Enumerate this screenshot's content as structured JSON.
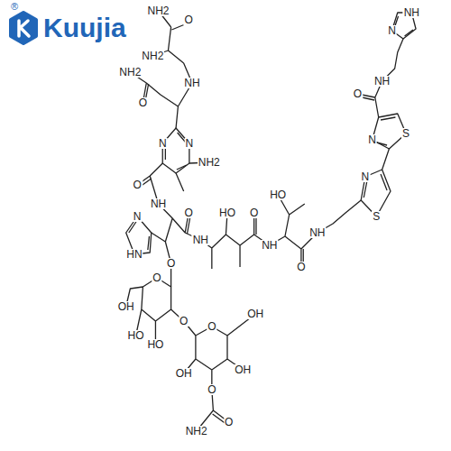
{
  "diagram": {
    "labels": [
      "®",
      "Kuujia",
      "NH2",
      "O",
      "NH2",
      "NH",
      "NH2",
      "O",
      "N",
      "N",
      "NH2",
      "O",
      "NH",
      "N",
      "HN",
      "O",
      "O",
      "OH",
      "HO",
      "HO",
      "O",
      "O",
      "OH",
      "OH",
      "OH",
      "O",
      "O",
      "NH2",
      "O",
      "NH",
      "HO",
      "O",
      "NH",
      "HO",
      "O",
      "NH",
      "N",
      "S",
      "N",
      "S",
      "O",
      "NH",
      "N",
      "NH"
    ]
  }
}
